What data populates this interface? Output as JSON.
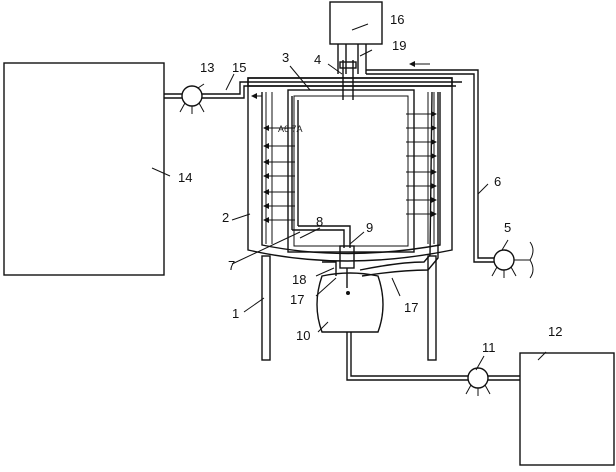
{
  "labels": {
    "n1": "1",
    "n2": "2",
    "n3": "3",
    "n4": "4",
    "n5": "5",
    "n6": "6",
    "n7": "7",
    "n8": "8",
    "n9": "9",
    "n10": "10",
    "n11": "11",
    "n12": "12",
    "n13": "13",
    "n14": "14",
    "n15": "15",
    "n16": "16",
    "n17a": "17",
    "n17b": "17",
    "n18": "18",
    "n19": "19"
  },
  "inner_text": "A6  7A"
}
